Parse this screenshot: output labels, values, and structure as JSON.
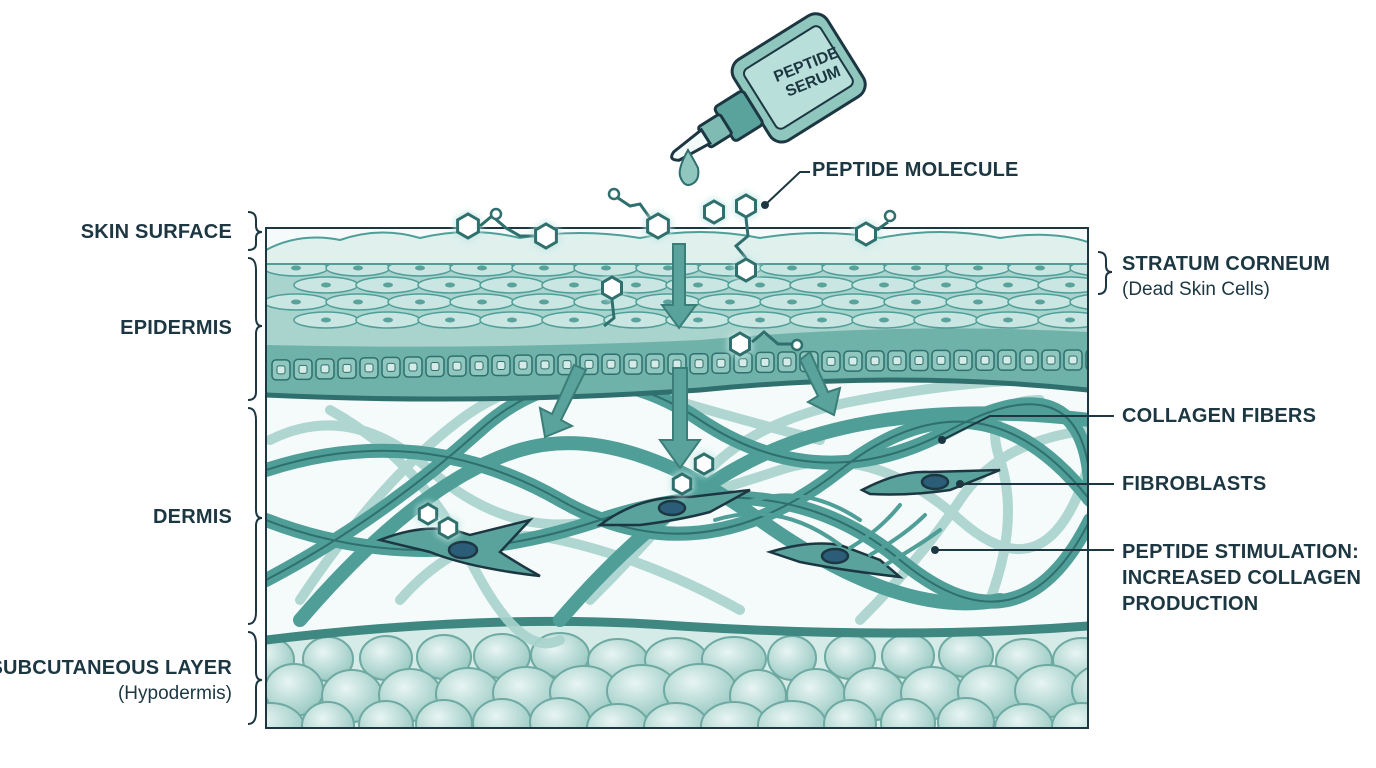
{
  "bottle": {
    "line1": "PEPTIDE",
    "line2": "SERUM"
  },
  "labels": {
    "peptide_molecule": "PEPTIDE MOLECULE",
    "skin_surface": "SKIN SURFACE",
    "epidermis": "EPIDERMIS",
    "dermis": "DERMIS",
    "subcutaneous": "SUBCUTANEOUS LAYER",
    "subcutaneous_sub": "(Hypodermis)",
    "stratum_corneum": "STRATUM CORNEUM",
    "stratum_corneum_sub": "(Dead Skin Cells)",
    "collagen_fibers": "COLLAGEN FIBERS",
    "fibroblasts": "FIBROBLASTS",
    "stimulation_line1": "PEPTIDE STIMULATION:",
    "stimulation_line2": "INCREASED COLLAGEN",
    "stimulation_line3": "PRODUCTION"
  },
  "colors": {
    "teal": "#4f9e98",
    "teal_dark": "#2f6f6d",
    "ink": "#1c3742",
    "fill_light": "#d6ebe8",
    "fill_mid": "#a9d3cd"
  }
}
